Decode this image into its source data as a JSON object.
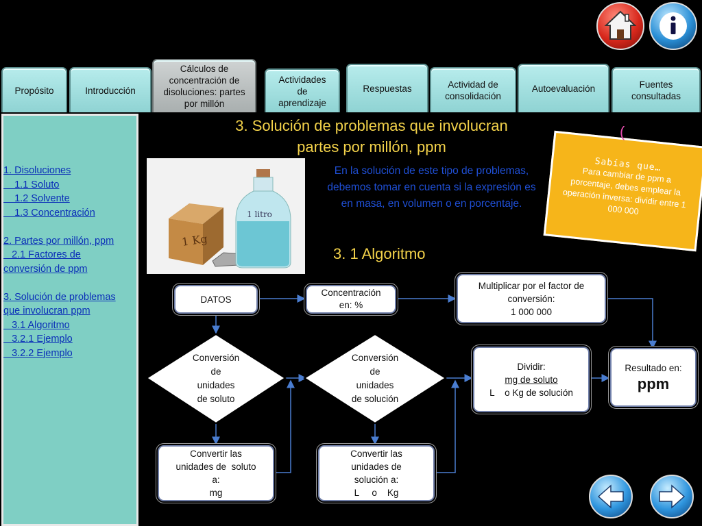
{
  "tabs": [
    {
      "label": "Propósito"
    },
    {
      "label": "Introducción"
    },
    {
      "label": "Cálculos de concentración de disoluciones: partes por millón",
      "active": true
    },
    {
      "label": "Actividades de aprendizaje"
    },
    {
      "label": "Respuestas"
    },
    {
      "label": "Actividad de consolidación"
    },
    {
      "label": "Autoevaluación"
    },
    {
      "label": "Fuentes consultadas"
    }
  ],
  "top_buttons": {
    "home": "home-icon",
    "info": "info-icon"
  },
  "sidebar": {
    "items": [
      "1. Disoluciones",
      "    1.1 Soluto",
      "    1.2 Solvente",
      "    1.3 Concentración",
      "",
      "2. Partes por millón, ppm",
      "   2.1 Factores de",
      "conversión de ppm",
      "",
      "3. Solución de problemas",
      "que involucran ppm",
      "   3.1 Algoritmo",
      "   3.2.1 Ejemplo",
      "   3.2.2 Ejemplo"
    ]
  },
  "title": {
    "line1": "3. Solución de problemas que involucran",
    "line2": "partes por millón, ppm"
  },
  "intro": "En la solución de este tipo de problemas, debemos tomar en cuenta si la expresión es en masa, en volumen o en porcentaje.",
  "picture": {
    "cube_label": "1 Kg",
    "bottle_label": "1 litro"
  },
  "note": {
    "title": "Sabías que…",
    "body": "Para cambiar de ppm a porcentaje, debes emplear la operación inversa: dividir entre 1 000 000"
  },
  "subtitle": "3. 1 Algoritmo",
  "flow": {
    "datos": "DATOS",
    "concentracion": [
      "Concentración",
      "en: %"
    ],
    "multiplicar": [
      "Multiplicar por el factor de",
      "conversión:",
      "1 000 000"
    ],
    "conv_soluto": [
      "Conversión",
      "de",
      "unidades",
      "de soluto"
    ],
    "conv_solucion": [
      "Conversión",
      "de",
      "unidades",
      "de solución"
    ],
    "dividir": [
      "Dividir:",
      "mg de soluto",
      "L    o Kg de solución"
    ],
    "resultado": [
      "Resultado en:",
      "ppm"
    ],
    "convertir_soluto": [
      "Convertir las",
      "unidades de  soluto",
      "a:",
      "mg"
    ],
    "convertir_solucion": [
      "Convertir las",
      "unidades de",
      "solución a:",
      "L     o    Kg"
    ]
  },
  "nav": {
    "back": "arrow-left-icon",
    "forward": "arrow-right-icon"
  },
  "colors": {
    "accent_yellow": "#f3d24a",
    "link_blue": "#0b2fb8",
    "tab_teal": "#a6e2e2",
    "sidebar_teal": "#7fcfc4",
    "note_orange": "#f6b51a"
  }
}
